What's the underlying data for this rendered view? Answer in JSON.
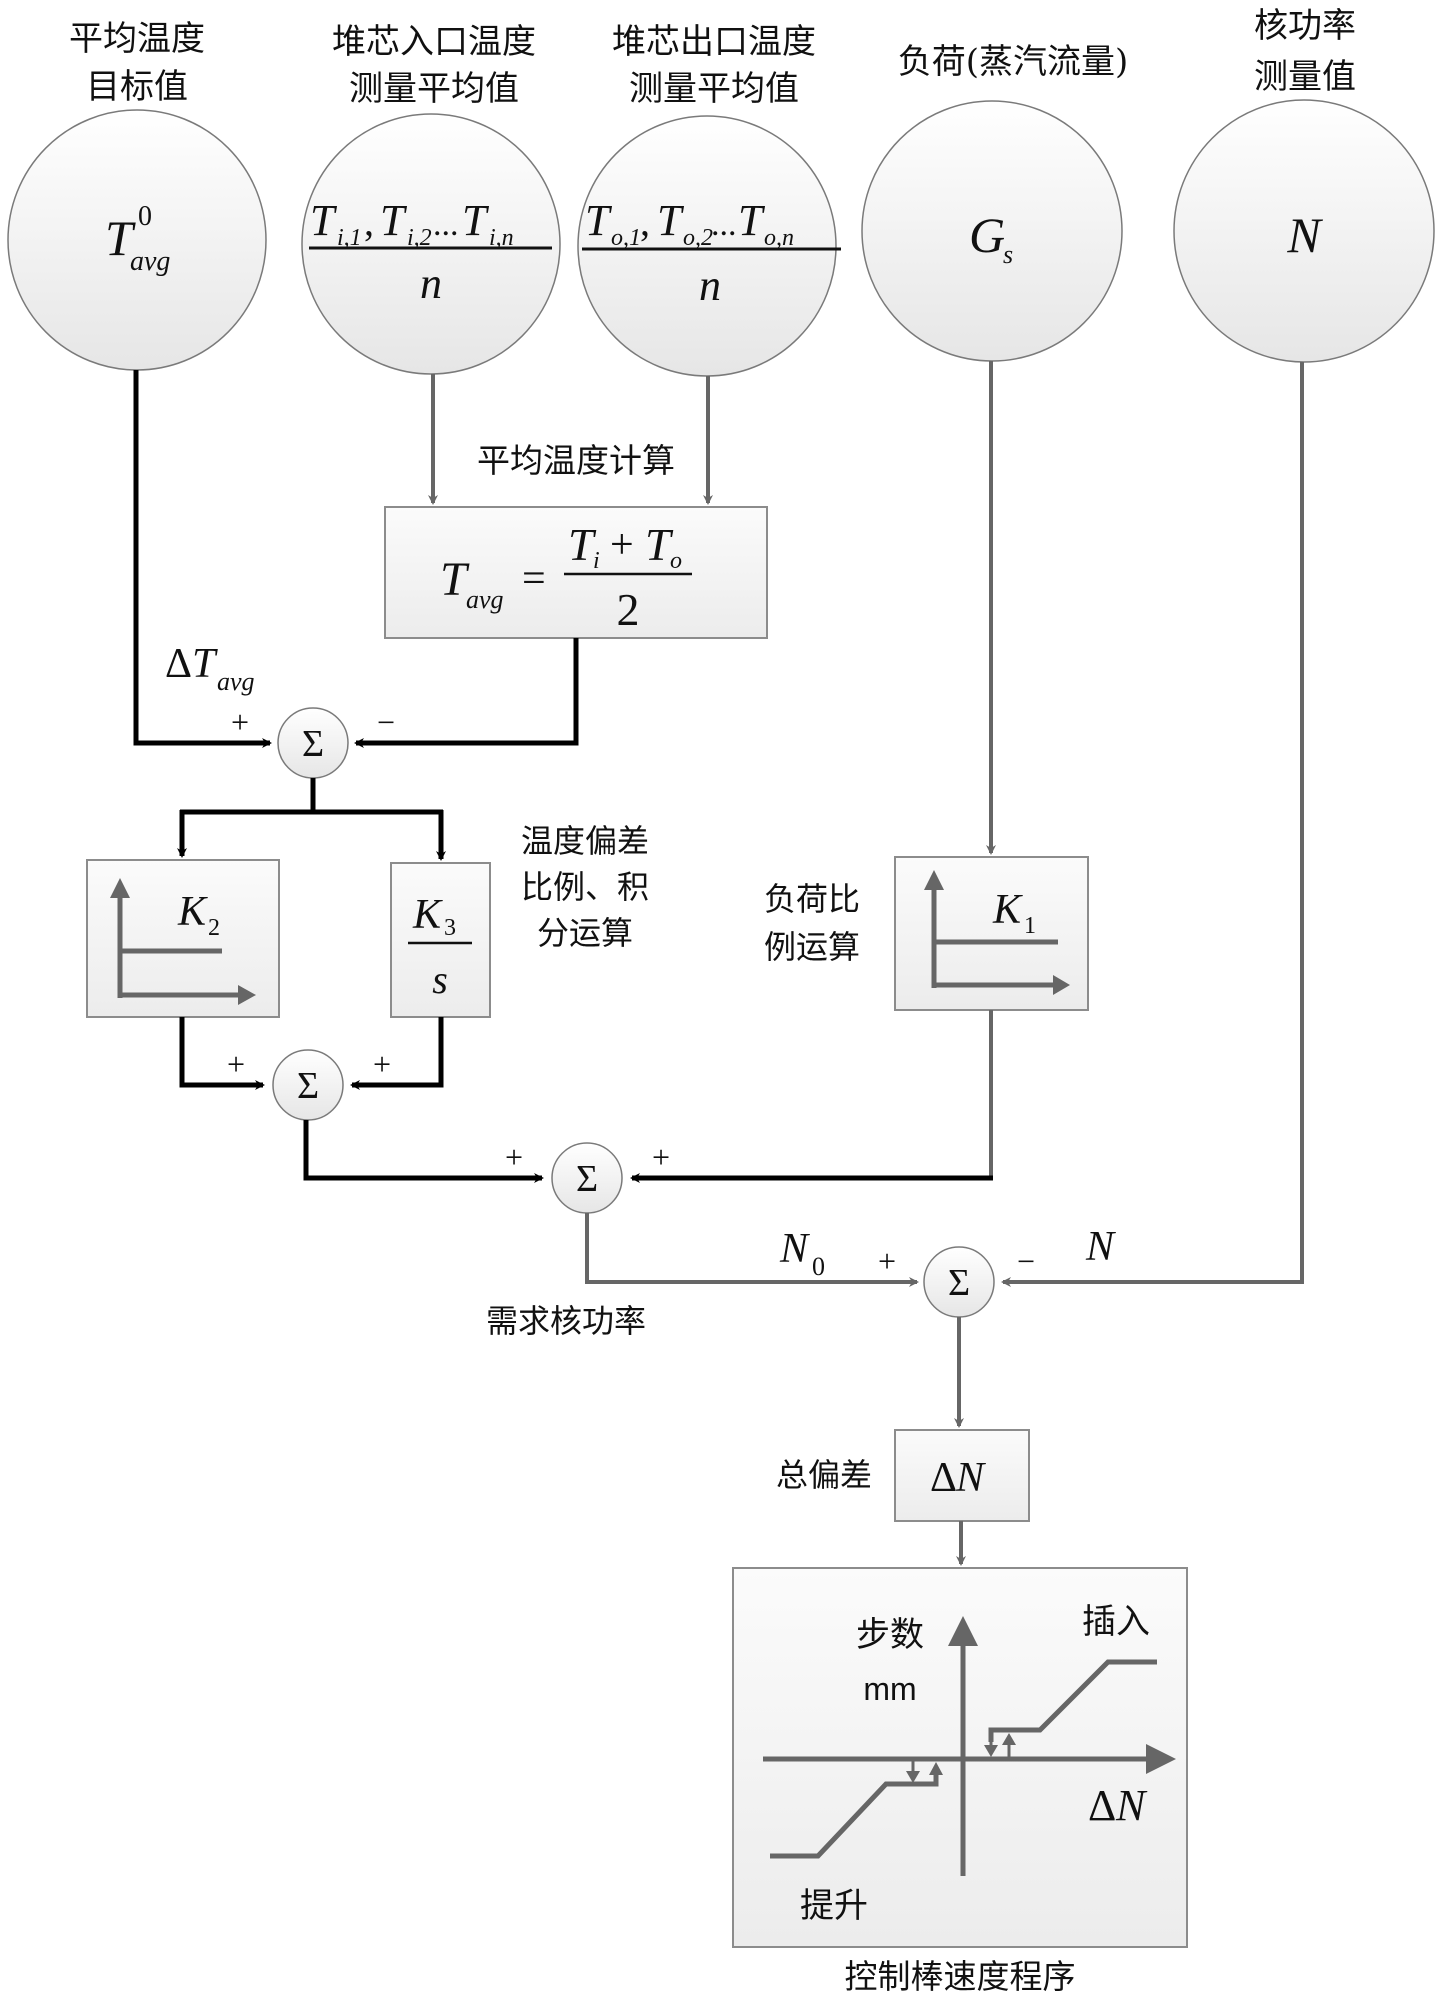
{
  "colors": {
    "node_fill_top": "#ffffff",
    "node_fill_bottom": "#e9e9e9",
    "black_wire": "#000000",
    "grey_wire": "#666666",
    "text": "#111111"
  },
  "inputs": [
    {
      "id": "tavg-target",
      "label_lines": [
        "平均温度",
        "目标值"
      ],
      "symbol": "T",
      "sup": "0",
      "sub": "avg"
    },
    {
      "id": "inlet-temp",
      "label_lines": [
        "堆芯入口温度",
        "测量平均值"
      ],
      "numerator": [
        "T",
        "i,1",
        ", ",
        "T",
        "i,2",
        "...",
        "T",
        "i,n"
      ],
      "denominator": "n"
    },
    {
      "id": "outlet-temp",
      "label_lines": [
        "堆芯出口温度",
        "测量平均值"
      ],
      "numerator": [
        "T",
        "o,1",
        ", ",
        "T",
        "o,2",
        "...",
        "T",
        "o,n"
      ],
      "denominator": "n"
    },
    {
      "id": "load",
      "label_lines": [
        "负荷(蒸汽流量)"
      ],
      "symbol": "G",
      "sub": "s"
    },
    {
      "id": "nuclear-power",
      "label_lines": [
        "核功率",
        "测量值"
      ],
      "symbol": "N"
    }
  ],
  "avg_calc": {
    "label": "平均温度计算",
    "lhs_symbol": "T",
    "lhs_sub": "avg",
    "equals": "=",
    "num_a": "T",
    "num_a_sub": "i",
    "plus": "+",
    "num_b": "T",
    "num_b_sub": "o",
    "den": "2"
  },
  "delta_tavg": {
    "delta": "Δ",
    "symbol": "T",
    "sub": "avg"
  },
  "sum_symbol": "Σ",
  "signs": {
    "s1_left": "+",
    "s1_right": "−",
    "s2_left": "+",
    "s2_right": "+",
    "s3_left": "+",
    "s3_right": "+",
    "s4_left": "+",
    "s4_right": "−"
  },
  "k2_block": {
    "symbol": "K",
    "sub": "2"
  },
  "k3_block": {
    "num": "K",
    "num_sub": "3",
    "den": "s"
  },
  "temp_pi_label": [
    "温度偏差",
    "比例、积",
    "分运算"
  ],
  "k1_block": {
    "symbol": "K",
    "sub": "1"
  },
  "load_prop_label": [
    "负荷比",
    "例运算"
  ],
  "demand_power": {
    "label": "需求核功率",
    "symbol": "N",
    "sub": "0"
  },
  "measured_n_label": "N",
  "total_dev": {
    "label": "总偏差",
    "delta": "Δ",
    "symbol": "N"
  },
  "rod_program": {
    "y_label_1": "步数",
    "y_label_2": "mm",
    "insert_label": "插入",
    "withdraw_label": "提升",
    "x_label_delta": "Δ",
    "x_label_symbol": "N",
    "caption": "控制棒速度程序"
  }
}
